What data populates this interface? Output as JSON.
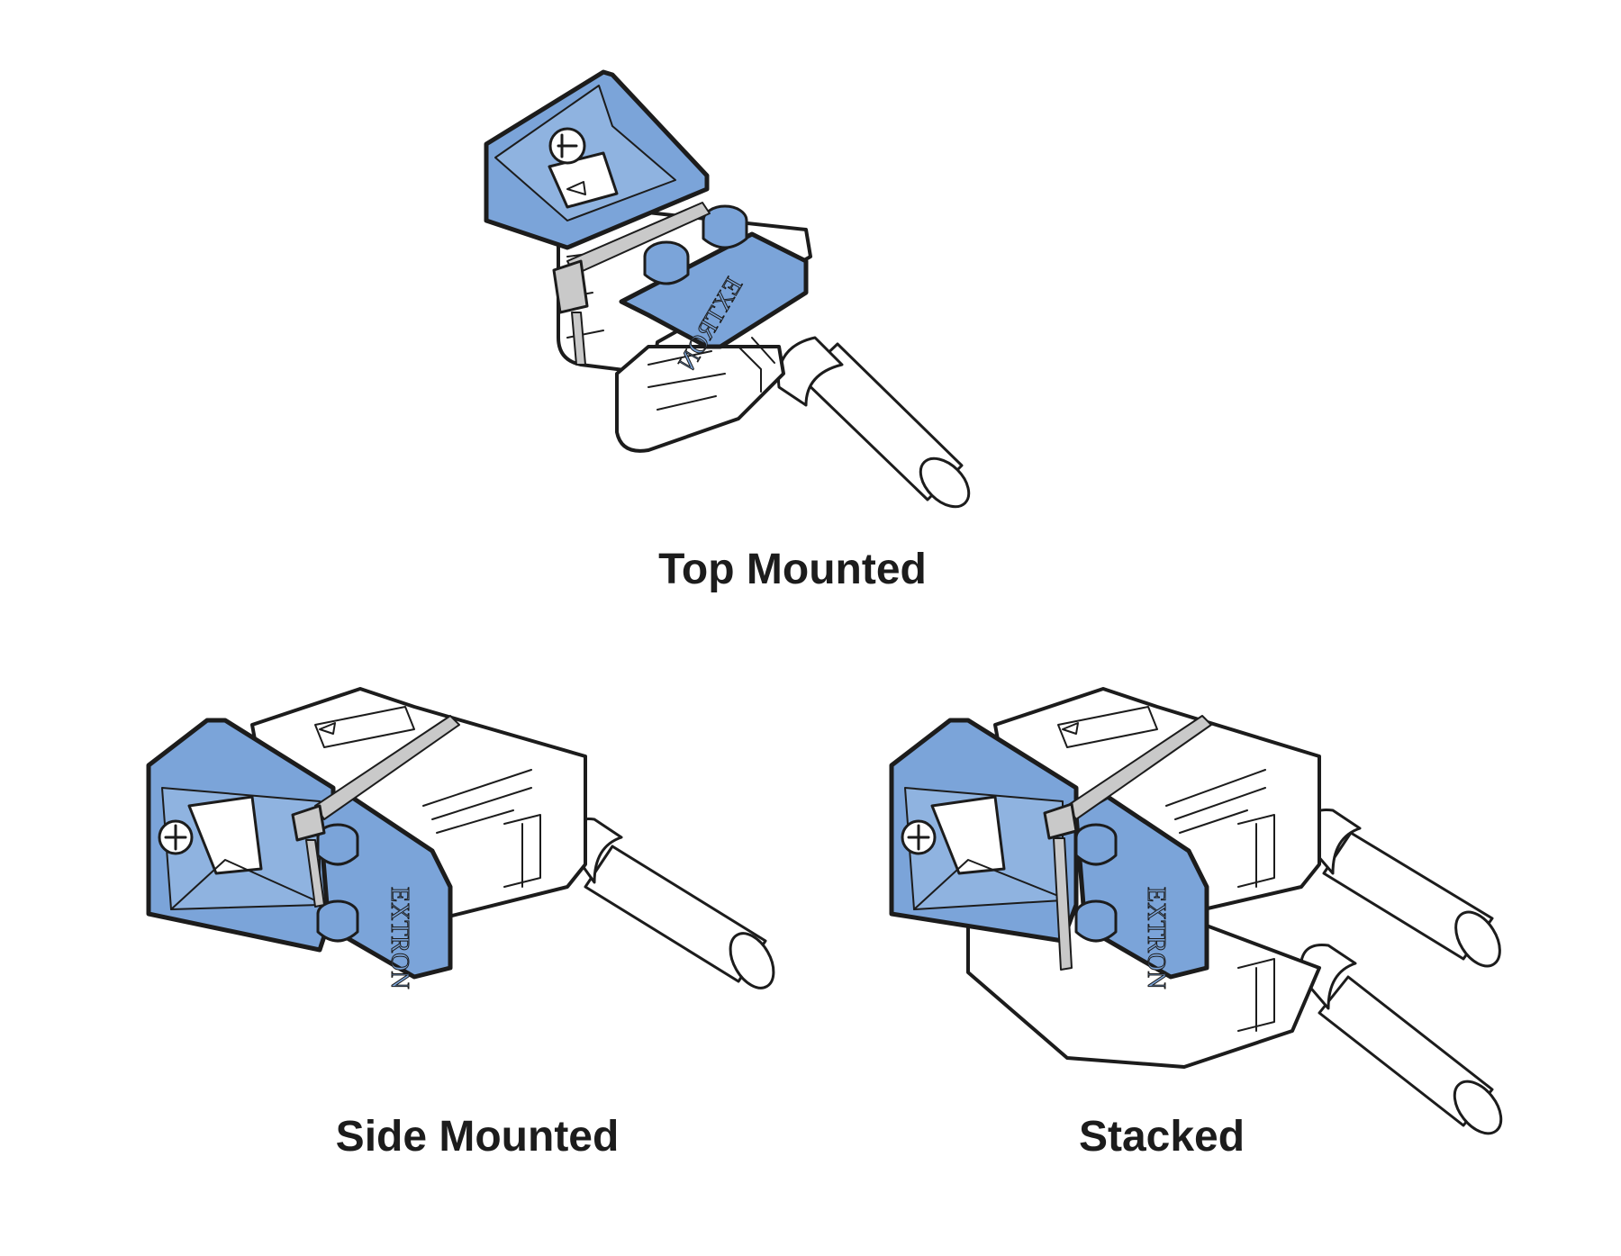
{
  "colors": {
    "bracket_blue": "#7ba4d9",
    "outline": "#1c1c1c",
    "connector_white": "#ffffff",
    "tie_gray": "#c9c9c9",
    "background": "#ffffff"
  },
  "icons": [
    "screw-icon",
    "cable-tie-icon",
    "arrow-triangle-icon",
    "extron-logo-icon"
  ],
  "diagrams": [
    {
      "id": "top",
      "caption": "Top Mounted",
      "logo_text": "EXTRON"
    },
    {
      "id": "side",
      "caption": "Side Mounted",
      "logo_text": "EXTRON"
    },
    {
      "id": "stacked",
      "caption": "Stacked",
      "logo_text": "EXTRON"
    }
  ]
}
